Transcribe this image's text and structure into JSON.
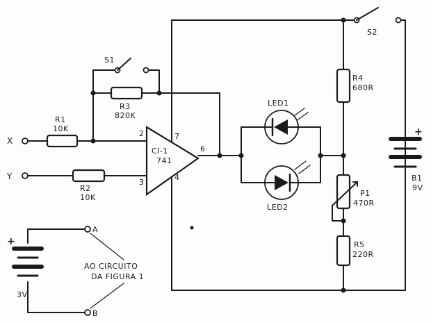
{
  "components": {
    "r1": {
      "name": "R1",
      "value": "10K"
    },
    "r2": {
      "name": "R2",
      "value": "10K"
    },
    "r3": {
      "name": "R3",
      "value": "820K"
    },
    "r4": {
      "name": "R4",
      "value": "680R"
    },
    "r5": {
      "name": "R5",
      "value": "220R"
    },
    "p1": {
      "name": "P1",
      "value": "470R"
    },
    "s1": {
      "name": "S1"
    },
    "s2": {
      "name": "S2"
    },
    "led1": {
      "name": "LED1"
    },
    "led2": {
      "name": "LED2"
    },
    "ic": {
      "name": "CI-1",
      "part": "741"
    },
    "b1": {
      "name": "B1",
      "value": "9V",
      "polarity": "+"
    },
    "battery_3v": {
      "value": "3V",
      "polarity": "+"
    }
  },
  "pins": {
    "p2": "2",
    "p3": "3",
    "p4": "4",
    "p6": "6",
    "p7": "7"
  },
  "terminals": {
    "x": "X",
    "y": "Y",
    "a": "A",
    "b": "B"
  },
  "note": {
    "line1": "AO CIRCUITO",
    "line2": "DA FIGURA 1"
  }
}
